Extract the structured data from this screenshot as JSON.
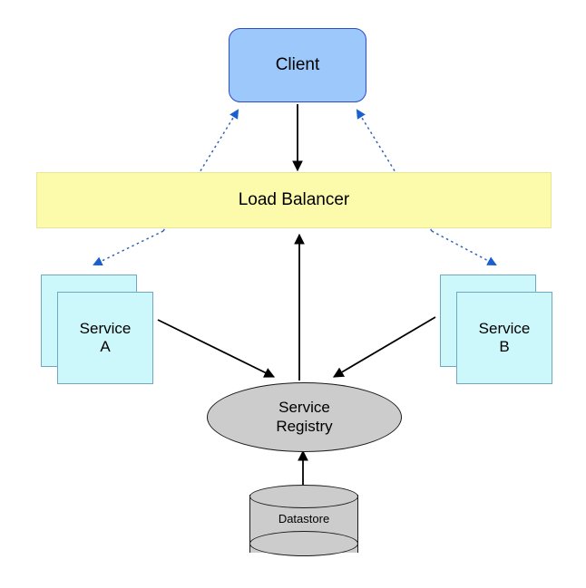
{
  "diagram": {
    "title": "Microservice architecture with load balancer and service registry",
    "background": "#ffffff",
    "nodes": {
      "client": {
        "label": "Client",
        "shape": "rounded-rectangle",
        "fill": "#9dc8fc",
        "stroke": "#2b4cc8"
      },
      "load_balancer": {
        "label": "Load Balancer",
        "shape": "rectangle",
        "fill": "#fcfbab",
        "stroke": "#e8e59a"
      },
      "service_a": {
        "label": "Service\nA",
        "shape": "stacked-rectangle",
        "fill": "#ccf7fb",
        "stroke": "#6fa8bf"
      },
      "service_b": {
        "label": "Service\nB",
        "shape": "stacked-rectangle",
        "fill": "#ccf7fb",
        "stroke": "#6fa8bf"
      },
      "service_registry": {
        "label": "Service\nRegistry",
        "shape": "ellipse",
        "fill": "#cccccc",
        "stroke": "#1a1a1a"
      },
      "datastore": {
        "label": "Datastore",
        "shape": "cylinder",
        "fill": "#cccccc",
        "stroke": "#1a1a1a"
      }
    },
    "edges": [
      {
        "id": "client-to-load-balancer",
        "from": "client",
        "to": "load_balancer",
        "style": "solid",
        "color": "#000000",
        "direction": "forward"
      },
      {
        "id": "service-a-to-client",
        "from": "load_balancer_left",
        "to": "client",
        "style": "dotted",
        "color": "#1a5fd0",
        "direction": "forward"
      },
      {
        "id": "service-b-to-client",
        "from": "load_balancer_right",
        "to": "client",
        "style": "dotted",
        "color": "#1a5fd0",
        "direction": "forward"
      },
      {
        "id": "client-to-service-a",
        "from": "client",
        "to": "service_a",
        "style": "dotted",
        "color": "#1a5fd0",
        "direction": "forward"
      },
      {
        "id": "client-to-service-b",
        "from": "client",
        "to": "service_b",
        "style": "dotted",
        "color": "#1a5fd0",
        "direction": "forward"
      },
      {
        "id": "service-a-to-registry",
        "from": "service_a",
        "to": "service_registry",
        "style": "solid",
        "color": "#000000",
        "direction": "forward"
      },
      {
        "id": "service-b-to-registry",
        "from": "service_b",
        "to": "service_registry",
        "style": "solid",
        "color": "#000000",
        "direction": "forward"
      },
      {
        "id": "registry-to-load-balancer",
        "from": "service_registry",
        "to": "load_balancer",
        "style": "solid",
        "color": "#000000",
        "direction": "forward"
      },
      {
        "id": "registry-to-datastore",
        "from": "service_registry",
        "to": "datastore",
        "style": "solid",
        "color": "#000000",
        "direction": "bidirectional"
      }
    ]
  }
}
